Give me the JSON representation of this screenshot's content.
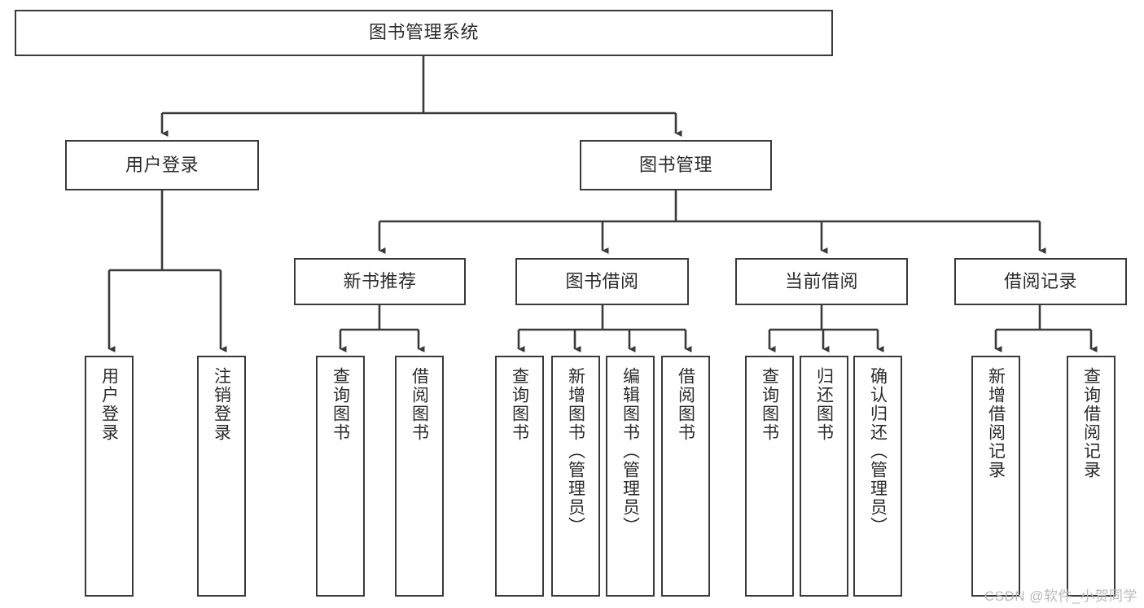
{
  "diagram": {
    "type": "tree-hierarchy-chart",
    "title": "图书管理系统",
    "watermark": "CSDN @软件_小贺同学",
    "colors": {
      "stroke": "#3a3a3a",
      "background": "#ffffff",
      "text": "#2b2b2b",
      "watermark": "#b9b9b9"
    },
    "nodes": {
      "root": {
        "label": "图书管理系统"
      },
      "level1": [
        {
          "id": "user-login",
          "label": "用户登录"
        },
        {
          "id": "book-manage",
          "label": "图书管理"
        }
      ],
      "level2": [
        {
          "id": "new-book-recommend",
          "label": "新书推荐"
        },
        {
          "id": "book-borrow",
          "label": "图书借阅"
        },
        {
          "id": "current-borrow",
          "label": "当前借阅"
        },
        {
          "id": "borrow-record",
          "label": "借阅记录"
        }
      ],
      "leaves": {
        "user-login": [
          {
            "id": "leaf-user-login",
            "label": "用户登录"
          },
          {
            "id": "leaf-logout",
            "label": "注销登录"
          }
        ],
        "new-book-recommend": [
          {
            "id": "leaf-query-book-1",
            "label": "查询图书"
          },
          {
            "id": "leaf-borrow-book-1",
            "label": "借阅图书"
          }
        ],
        "book-borrow": [
          {
            "id": "leaf-query-book-2",
            "label": "查询图书"
          },
          {
            "id": "leaf-add-book",
            "label": "新增图书（管理员）"
          },
          {
            "id": "leaf-edit-book",
            "label": "编辑图书（管理员）"
          },
          {
            "id": "leaf-borrow-book-2",
            "label": "借阅图书"
          }
        ],
        "current-borrow": [
          {
            "id": "leaf-query-book-3",
            "label": "查询图书"
          },
          {
            "id": "leaf-return-book",
            "label": "归还图书"
          },
          {
            "id": "leaf-confirm-return",
            "label": "确认归还（管理员）"
          }
        ],
        "borrow-record": [
          {
            "id": "leaf-add-record",
            "label": "新增借阅记录"
          },
          {
            "id": "leaf-query-record",
            "label": "查询借阅记录"
          }
        ]
      }
    }
  }
}
